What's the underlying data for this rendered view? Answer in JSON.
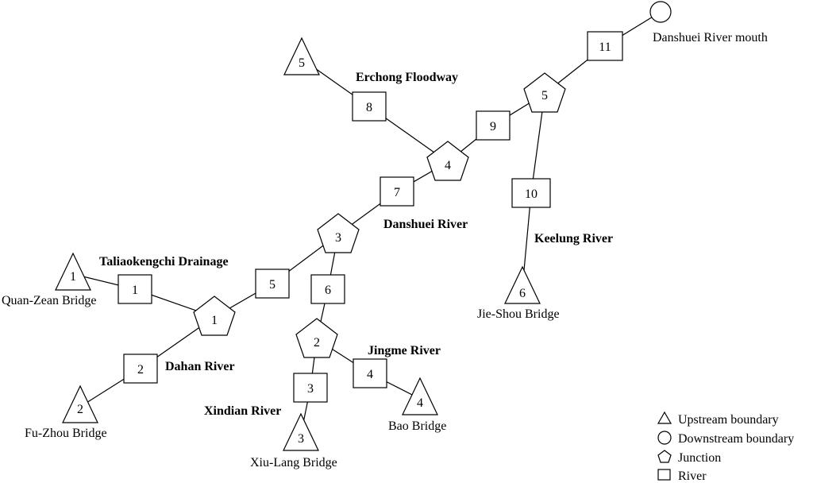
{
  "nodes": {
    "upstream": [
      {
        "id": "U1",
        "label": "1"
      },
      {
        "id": "U2",
        "label": "2"
      },
      {
        "id": "U3",
        "label": "3"
      },
      {
        "id": "U4",
        "label": "4"
      },
      {
        "id": "U5",
        "label": "5"
      },
      {
        "id": "U6",
        "label": "6"
      }
    ],
    "junctions": [
      {
        "id": "J1",
        "label": "1"
      },
      {
        "id": "J2",
        "label": "2"
      },
      {
        "id": "J3",
        "label": "3"
      },
      {
        "id": "J4",
        "label": "4"
      },
      {
        "id": "J5",
        "label": "5"
      }
    ],
    "reaches": [
      {
        "id": "R1",
        "label": "1"
      },
      {
        "id": "R2",
        "label": "2"
      },
      {
        "id": "R3",
        "label": "3"
      },
      {
        "id": "R4",
        "label": "4"
      },
      {
        "id": "R5",
        "label": "5"
      },
      {
        "id": "R6",
        "label": "6"
      },
      {
        "id": "R7",
        "label": "7"
      },
      {
        "id": "R8",
        "label": "8"
      },
      {
        "id": "R9",
        "label": "9"
      },
      {
        "id": "R10",
        "label": "10"
      },
      {
        "id": "R11",
        "label": "11"
      }
    ],
    "downstream": [
      {
        "id": "D1",
        "label": ""
      }
    ]
  },
  "edges": [
    [
      "U1",
      "R1"
    ],
    [
      "R1",
      "J1"
    ],
    [
      "U2",
      "R2"
    ],
    [
      "R2",
      "J1"
    ],
    [
      "J1",
      "R5"
    ],
    [
      "R5",
      "J3"
    ],
    [
      "U3",
      "R3"
    ],
    [
      "R3",
      "J2"
    ],
    [
      "U4",
      "R4"
    ],
    [
      "R4",
      "J2"
    ],
    [
      "J2",
      "R6"
    ],
    [
      "R6",
      "J3"
    ],
    [
      "J3",
      "R7"
    ],
    [
      "R7",
      "J4"
    ],
    [
      "U5",
      "R8"
    ],
    [
      "R8",
      "J4"
    ],
    [
      "J4",
      "R9"
    ],
    [
      "R9",
      "J5"
    ],
    [
      "U6",
      "R10"
    ],
    [
      "R10",
      "J5"
    ],
    [
      "J5",
      "R11"
    ],
    [
      "R11",
      "D1"
    ]
  ],
  "place_labels": {
    "quan_zean": "Quan-Zean Bridge",
    "fu_zhou": "Fu-Zhou Bridge",
    "xiu_lang": "Xiu-Lang Bridge",
    "bao": "Bao Bridge",
    "jie_shou": "Jie-Shou Bridge",
    "river_mouth": "Danshuei River mouth"
  },
  "river_labels": {
    "taliaokengchi": "Taliaokengchi Drainage",
    "dahan": "Dahan River",
    "xindian": "Xindian River",
    "jingme": "Jingme River",
    "danshuei": "Danshuei River",
    "erchong": "Erchong Floodway",
    "keelung": "Keelung River"
  },
  "legend": {
    "upstream": "Upstream boundary",
    "downstream": "Downstream boundary",
    "junction": "Junction",
    "river": "River"
  }
}
